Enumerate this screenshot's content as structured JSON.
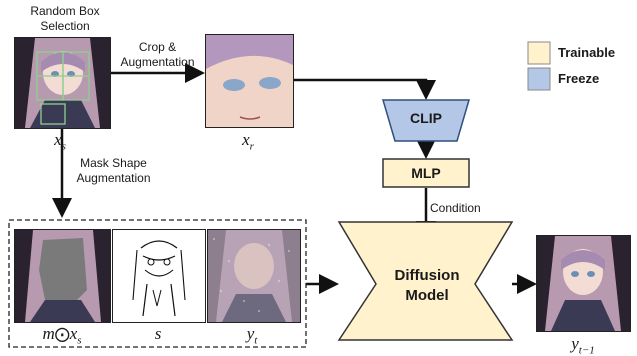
{
  "labels": {
    "random_box_line1": "Random Box",
    "random_box_line2": "Selection",
    "crop_line1": "Crop &",
    "crop_line2": "Augmentation",
    "mask_line1": "Mask Shape",
    "mask_line2": "Augmentation",
    "condition": "Condition"
  },
  "math": {
    "xs_var": "x",
    "xs_sub": "s",
    "xr_var": "x",
    "xr_sub": "r",
    "masked_m": "m",
    "masked_op": "⨀",
    "masked_x": "x",
    "masked_sub": "s",
    "s_var": "s",
    "yt_var": "y",
    "yt_sub": "t",
    "yt1_var": "y",
    "yt1_sub": "t−1"
  },
  "blocks": {
    "clip": "CLIP",
    "mlp": "MLP",
    "diffusion_line1": "Diffusion",
    "diffusion_line2": "Model"
  },
  "legend": {
    "trainable": "Trainable",
    "freeze": "Freeze",
    "trainable_color": "#fff2cc",
    "freeze_color": "#b4c7e7"
  }
}
